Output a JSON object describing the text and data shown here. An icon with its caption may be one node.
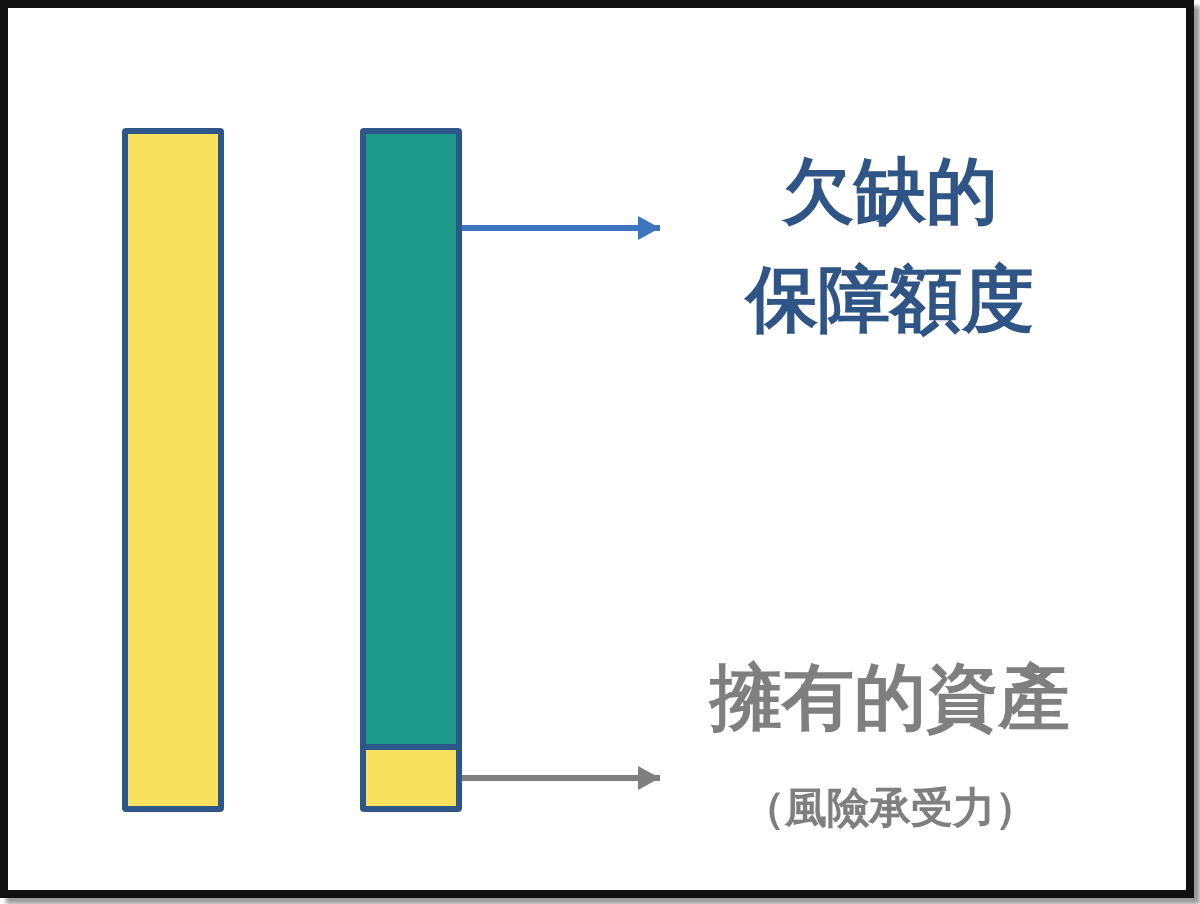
{
  "diagram": {
    "nodes": [
      {
        "text": [],
        "shape": "bar"
      },
      {
        "text": [],
        "shape": "bar"
      },
      {
        "text": [],
        "shape": "bar",
        "in": 1
      },
      {
        "text": [
          "欠缺的保障額度"
        ]
      },
      {
        "text": [
          "擁有的資產",
          "（風險承受力）"
        ]
      }
    ],
    "edges": [
      {
        "from": 1,
        "to": 3,
        "arrow": "to",
        "color": "#3d76bf"
      },
      {
        "from": 2,
        "to": 4,
        "arrow": "to",
        "color": "#7f7f7f"
      }
    ]
  }
}
